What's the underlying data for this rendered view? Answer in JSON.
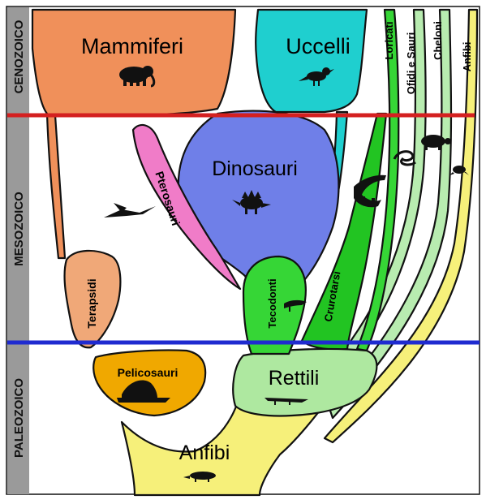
{
  "eras": {
    "cenozoic": "CENOZOICO",
    "mesozoic": "MESOZOICO",
    "paleozoic": "PALEOZOICO"
  },
  "groups": {
    "mammals": "Mammiferi",
    "birds": "Uccelli",
    "crocodiles": "Loricati",
    "squamates": "Ofidi e Sauri",
    "turtles": "Cheloni",
    "amphibians_branch": "Anfibi",
    "dinosaurs": "Dinosauri",
    "pterosaurs": "Pterosauri",
    "therapsids": "Terapsidi",
    "thecodonts": "Tecodonti",
    "crurotarsi": "Crurotarsi",
    "pelycosaurs": "Pelicosauri",
    "reptiles": "Rettili",
    "amphibians": "Anfibi"
  },
  "colors": {
    "era_bar": "#9a9a9a",
    "cenozoic_boundary": "#d42020",
    "paleozoic_boundary": "#1f2bd0",
    "mammals": "#f0905a",
    "birds": "#1fcfcf",
    "dinosaurs": "#6f7fe8",
    "pterosaurs": "#f07cc8",
    "therapsids": "#f0a878",
    "thecodonts": "#36d636",
    "crurotarsi": "#22c422",
    "pelycosaurs": "#f0a800",
    "reptiles": "#aee8a0",
    "amphibians": "#f6f07a",
    "light_green": "#b8ecb0"
  }
}
